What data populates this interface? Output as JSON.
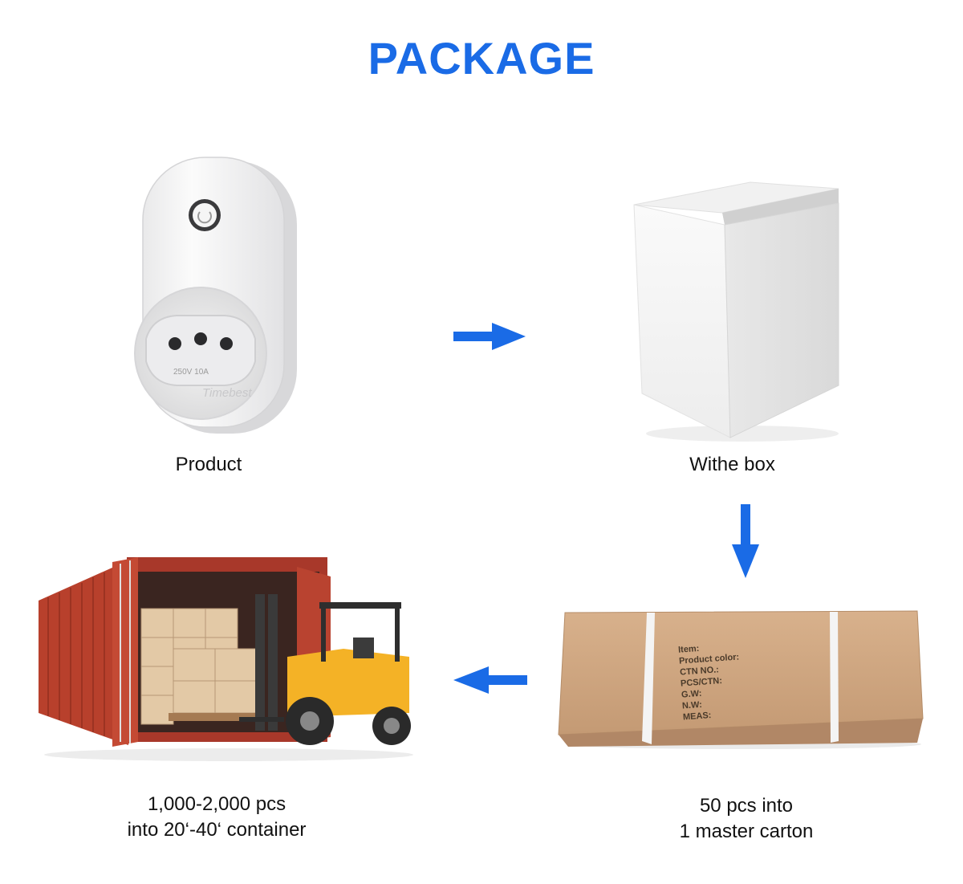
{
  "title": "PACKAGE",
  "accent_color": "#1a6be6",
  "steps": [
    {
      "caption": "Product",
      "illustration": "smart-plug-image"
    },
    {
      "caption": "Withe box",
      "illustration": "white-box-image"
    },
    {
      "caption_line1": "50 pcs into",
      "caption_line2": "1 master carton",
      "illustration": "master-carton-image"
    },
    {
      "caption_line1": "1,000-2,000 pcs",
      "caption_line2": "into 20‘-40‘ container",
      "illustration": "shipping-container-forklift-image"
    }
  ],
  "product": {
    "brand_text": "Timebest",
    "rating_text": "250V 10A"
  },
  "carton_label": {
    "lines": [
      "Item:",
      "Product color:",
      "CTN NO.:",
      "PCS/CTN:",
      "G.W:",
      "N.W:",
      "MEAS:"
    ]
  },
  "arrows": [
    "arrow-right-icon",
    "arrow-down-icon",
    "arrow-left-icon"
  ]
}
